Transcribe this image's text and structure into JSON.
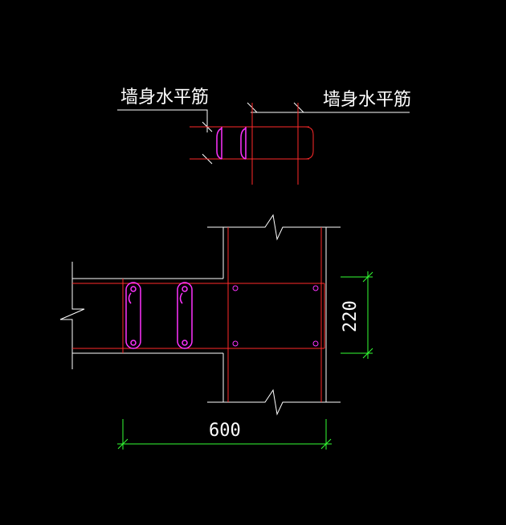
{
  "labels": {
    "left_callout": "墙身水平筋",
    "right_callout": "墙身水平筋"
  },
  "dimensions": {
    "horizontal": "600",
    "vertical": "220"
  },
  "colors": {
    "background": "#000000",
    "outline": "#ffffff",
    "rebar": "#ff2a2a",
    "stirrup": "#ff33ff",
    "dimension": "#33ff33",
    "text": "#ffffff"
  }
}
